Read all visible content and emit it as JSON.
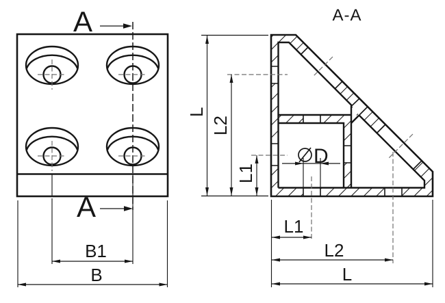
{
  "colors": {
    "background": "#ffffff",
    "line": "#161616",
    "centerline": "#6f6f6f"
  },
  "section_title": "A-A",
  "front_view": {
    "section_label_top": "A",
    "section_label_bottom": "A",
    "dims": {
      "b1": "B1",
      "b": "B"
    }
  },
  "section_view": {
    "dims": {
      "l_left": "L",
      "l2_left": "L2",
      "l1_left": "L1",
      "d_symbol": "diameter-sign",
      "d_label": "D",
      "l1_bottom": "L1",
      "l2_bottom": "L2",
      "l_bottom": "L"
    }
  }
}
